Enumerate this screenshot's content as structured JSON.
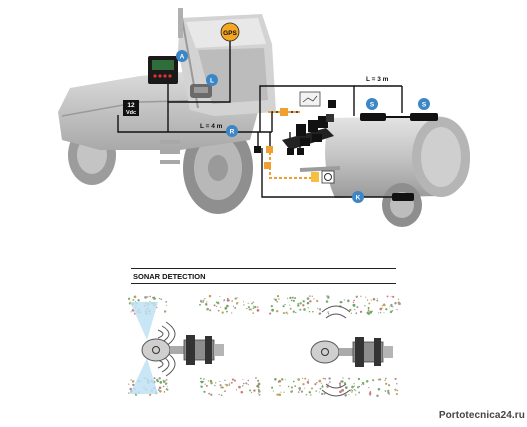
{
  "labels": {
    "gps": "GPS",
    "a": "A",
    "l": "L",
    "r": "R",
    "s1": "S",
    "s2": "S",
    "k": "K",
    "voltage_line1": "12",
    "voltage_line2": "Vdc",
    "length_4m": "L = 4 m",
    "length_3m": "L = 3 m"
  },
  "sonar": {
    "title": "SONAR DETECTION"
  },
  "watermark": "Portotecnica24.ru",
  "colors": {
    "badge_blue": "#3d86c6",
    "gps_orange": "#f5a623",
    "tractor_grey": "#c9c9c9",
    "cable_orange": "#f0a030",
    "cable_black": "#111111",
    "detect_blue": "#bfe2f5"
  }
}
